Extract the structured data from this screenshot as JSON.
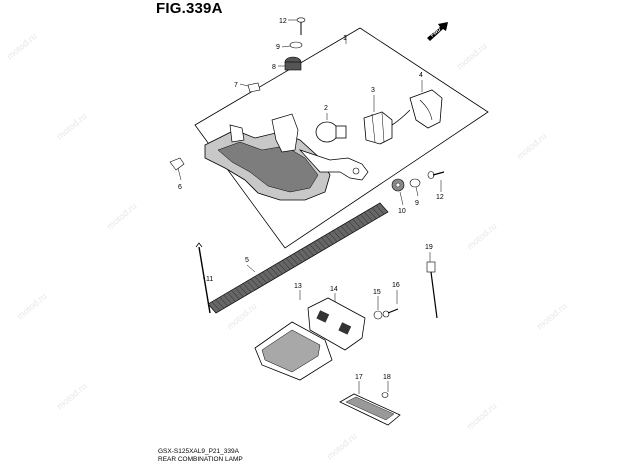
{
  "figure": {
    "title": "FIG.339A",
    "model_code": "GSX-S125XAL9_P21_339A",
    "name": "REAR COMBINATION LAMP",
    "forward_indicator": "FWD",
    "watermark_text": "motod.ru"
  },
  "callouts": [
    {
      "id": "c1",
      "label": "1"
    },
    {
      "id": "c2",
      "label": "2"
    },
    {
      "id": "c3",
      "label": "3"
    },
    {
      "id": "c4",
      "label": "4"
    },
    {
      "id": "c5",
      "label": "5"
    },
    {
      "id": "c6",
      "label": "6"
    },
    {
      "id": "c7",
      "label": "7"
    },
    {
      "id": "c8",
      "label": "8"
    },
    {
      "id": "c9a",
      "label": "9"
    },
    {
      "id": "c9b",
      "label": "9"
    },
    {
      "id": "c10",
      "label": "10"
    },
    {
      "id": "c11",
      "label": "11"
    },
    {
      "id": "c12a",
      "label": "12"
    },
    {
      "id": "c12b",
      "label": "12"
    },
    {
      "id": "c13",
      "label": "13"
    },
    {
      "id": "c14",
      "label": "14"
    },
    {
      "id": "c15",
      "label": "15"
    },
    {
      "id": "c16",
      "label": "16"
    },
    {
      "id": "c17",
      "label": "17"
    },
    {
      "id": "c18",
      "label": "18"
    },
    {
      "id": "c19",
      "label": "19"
    }
  ],
  "colors": {
    "line": "#000000",
    "watermark": "#e7e7e7",
    "part_fill": "#d9d9d9",
    "part_dark": "#8c8c8c"
  }
}
